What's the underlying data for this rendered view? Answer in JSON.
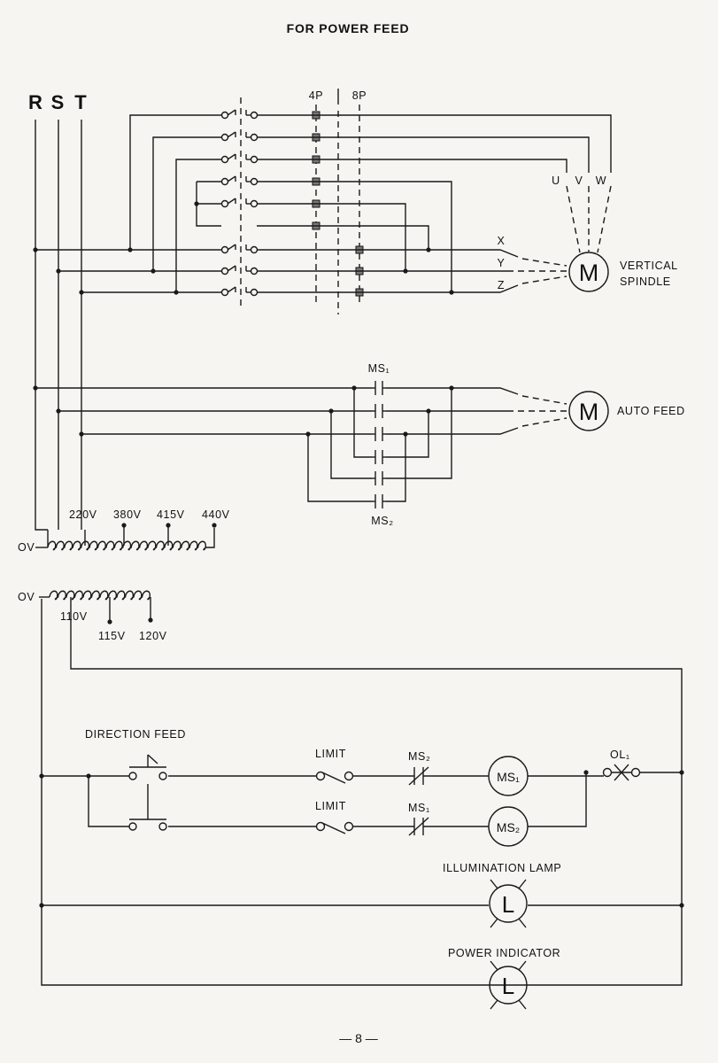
{
  "title": "FOR POWER FEED",
  "phases": {
    "r": "R",
    "s": "S",
    "t": "T"
  },
  "switch_labels": {
    "four_pole": "4P",
    "eight_pole": "8P"
  },
  "spindle": {
    "terminals_top": [
      "U",
      "V",
      "W"
    ],
    "terminals_side": [
      "X",
      "Y",
      "Z"
    ],
    "motor_symbol": "M",
    "label_line1": "VERTICAL",
    "label_line2": "SPINDLE"
  },
  "auto_feed": {
    "contactor_top": "MS₁",
    "contactor_bottom": "MS₂",
    "motor_symbol": "M",
    "label": "AUTO FEED"
  },
  "primary_transformer": {
    "zero": "OV",
    "taps": [
      "220V",
      "380V",
      "415V",
      "440V"
    ]
  },
  "secondary_transformer": {
    "zero": "OV",
    "taps": [
      "110V",
      "115V",
      "120V"
    ]
  },
  "control": {
    "direction_feed": "DIRECTION FEED",
    "limit_1": "LIMIT",
    "limit_2": "LIMIT",
    "contact_1": "MS₂",
    "contact_2": "MS₁",
    "coil_1": "MS₁",
    "coil_2": "MS₂",
    "overload": "OL₁",
    "illumination_lamp": "ILLUMINATION LAMP",
    "power_indicator": "POWER INDICATOR",
    "lamp_symbol": "L"
  },
  "page_number": "— 8 —"
}
